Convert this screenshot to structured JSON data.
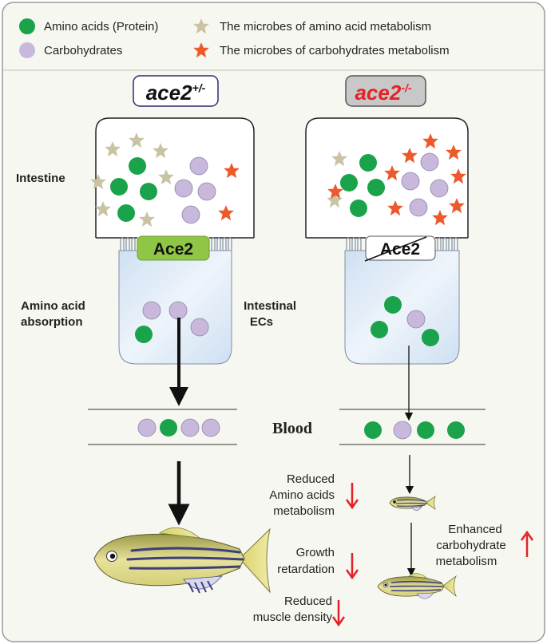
{
  "legend": {
    "amino_acids": "Amino acids (Protein)",
    "carbohydrates": "Carbohydrates",
    "aa_microbes": "The microbes of amino acid metabolism",
    "carb_microbes": "The microbes of carbohydrates metabolism"
  },
  "genotypes": {
    "het": {
      "base": "ace2",
      "sup": "+/-"
    },
    "ko": {
      "base": "ace2",
      "sup": "-/-"
    }
  },
  "receptor": {
    "present": "Ace2",
    "absent": "Ace2"
  },
  "labels": {
    "intestine": "Intestine",
    "aa_absorption": [
      "Amino acid",
      "absorption"
    ],
    "intestinal_ecs": [
      "Intestinal",
      "ECs"
    ],
    "blood": "Blood"
  },
  "effects": {
    "reduced_aa": [
      "Reduced",
      "Amino acids",
      "metabolism"
    ],
    "enhanced_carb": [
      "Enhanced",
      "carbohydrate",
      "metabolism"
    ],
    "growth": [
      "Growth",
      "retardation"
    ],
    "muscle": [
      "Reduced",
      "muscle density"
    ]
  },
  "colors": {
    "amino_acid": "#1aa34a",
    "carbohydrate": "#c8b8dc",
    "aa_microbe": "#c9c3a4",
    "carb_microbe": "#ec5a2c",
    "ace2_green": "#8fc646",
    "ko_label_bg": "#c8c8c8",
    "ko_text": "#e32227",
    "cell": "#dbe8f5",
    "arrow_up_down": "#e32227"
  }
}
